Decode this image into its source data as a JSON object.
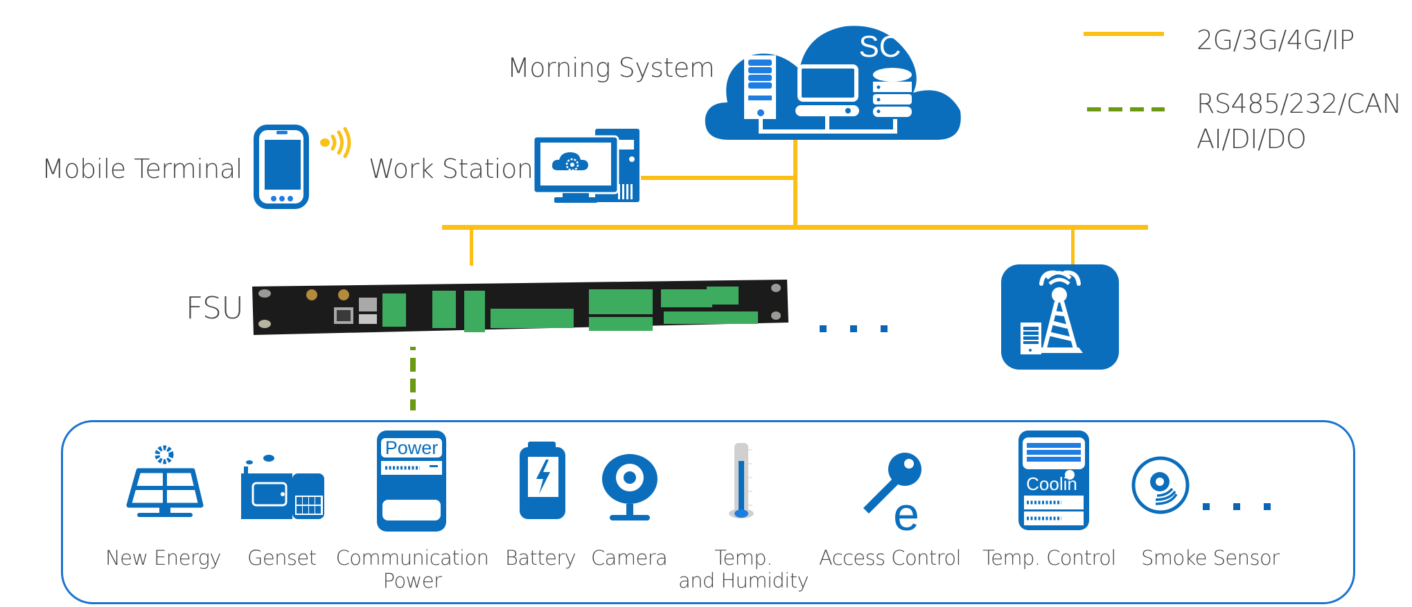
{
  "legend": [
    {
      "label": "2G/3G/4G/IP",
      "line_style": "solid",
      "color": "#fbbf16"
    },
    {
      "label_line1": "RS485/232/CAN",
      "label_line2": "AI/DI/DO",
      "line_style": "dashed",
      "color": "#6b9a12"
    }
  ],
  "top_nodes": {
    "cloud": {
      "label": "Morning System",
      "badge": "SC",
      "icon": "cloud-server-icon"
    },
    "work_station": {
      "label": "Work Station",
      "icon": "desktop-computer-icon"
    },
    "mobile": {
      "label": "Mobile Terminal",
      "icon": "smartphone-icon",
      "signal_icon": "wireless-signal-icon"
    },
    "fsu": {
      "label": "FSU",
      "icon": "fsu-rack-device"
    },
    "more": "...",
    "base_station": {
      "icon": "radio-tower-icon"
    }
  },
  "devices": [
    {
      "label": "New Energy",
      "icon": "solar-panel-icon"
    },
    {
      "label": "Genset",
      "icon": "generator-icon"
    },
    {
      "label": "Communication\nPower",
      "line1": "Communication",
      "line2": "Power",
      "icon": "power-cabinet-icon",
      "icon_text": "Power"
    },
    {
      "label": "Battery",
      "icon": "battery-icon"
    },
    {
      "label": "Camera",
      "icon": "webcam-icon"
    },
    {
      "label": "Temp.\nand Humidity",
      "line1": "Temp.",
      "line2": "and Humidity",
      "icon": "thermometer-icon"
    },
    {
      "label": "Access Control",
      "icon": "key-icon",
      "icon_text": "e"
    },
    {
      "label": "Temp. Control",
      "icon": "cooling-cabinet-icon",
      "icon_text": "Coolin"
    },
    {
      "label": "Smoke Sensor",
      "icon": "smoke-detector-icon"
    }
  ],
  "devices_more": "...",
  "colors": {
    "primary_blue": "#0a6ebd",
    "bus_yellow": "#fbbf16",
    "serial_green": "#6b9a12",
    "text": "#454545"
  }
}
